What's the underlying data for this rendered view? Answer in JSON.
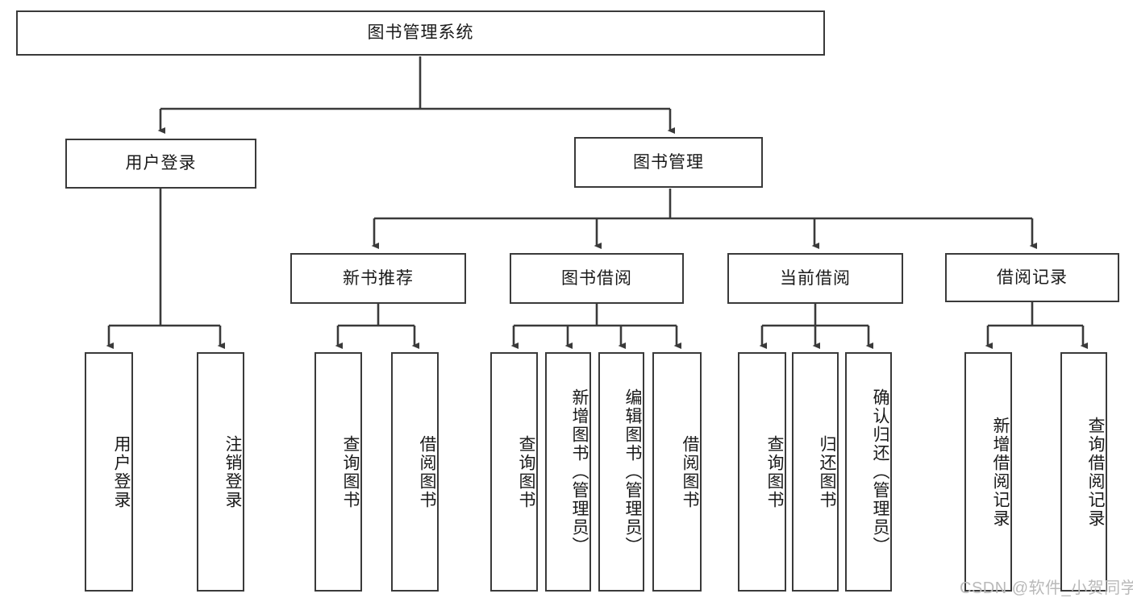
{
  "diagram": {
    "title": "图书管理系统",
    "type": "tree-hierarchy",
    "root": {
      "label": "图书管理系统"
    },
    "level1": [
      {
        "label": "用户登录"
      },
      {
        "label": "图书管理"
      }
    ],
    "level2": [
      {
        "label": "新书推荐"
      },
      {
        "label": "图书借阅"
      },
      {
        "label": "当前借阅"
      },
      {
        "label": "借阅记录"
      }
    ],
    "leaves": {
      "user_login": [
        {
          "label": "用户登录"
        },
        {
          "label": "注销登录"
        }
      ],
      "new_book_recommend": [
        {
          "label": "查询图书"
        },
        {
          "label": "借阅图书"
        }
      ],
      "book_borrow": [
        {
          "label": "查询图书"
        },
        {
          "label": "新增图书（管理员）"
        },
        {
          "label": "编辑图书（管理员）"
        },
        {
          "label": "借阅图书"
        }
      ],
      "current_borrow": [
        {
          "label": "查询图书"
        },
        {
          "label": "归还图书"
        },
        {
          "label": "确认归还（管理员）"
        }
      ],
      "borrow_record": [
        {
          "label": "新增借阅记录"
        },
        {
          "label": "查询借阅记录"
        }
      ]
    }
  },
  "watermark": {
    "text": "CSDN @软件_小贺同学"
  },
  "colors": {
    "background": "#ffffff",
    "box_border": "#3a3a3a",
    "box_fill": "#ffffff",
    "text": "#1a1a1a",
    "edge": "#3a3a3a",
    "watermark": "#b9b9b9"
  }
}
